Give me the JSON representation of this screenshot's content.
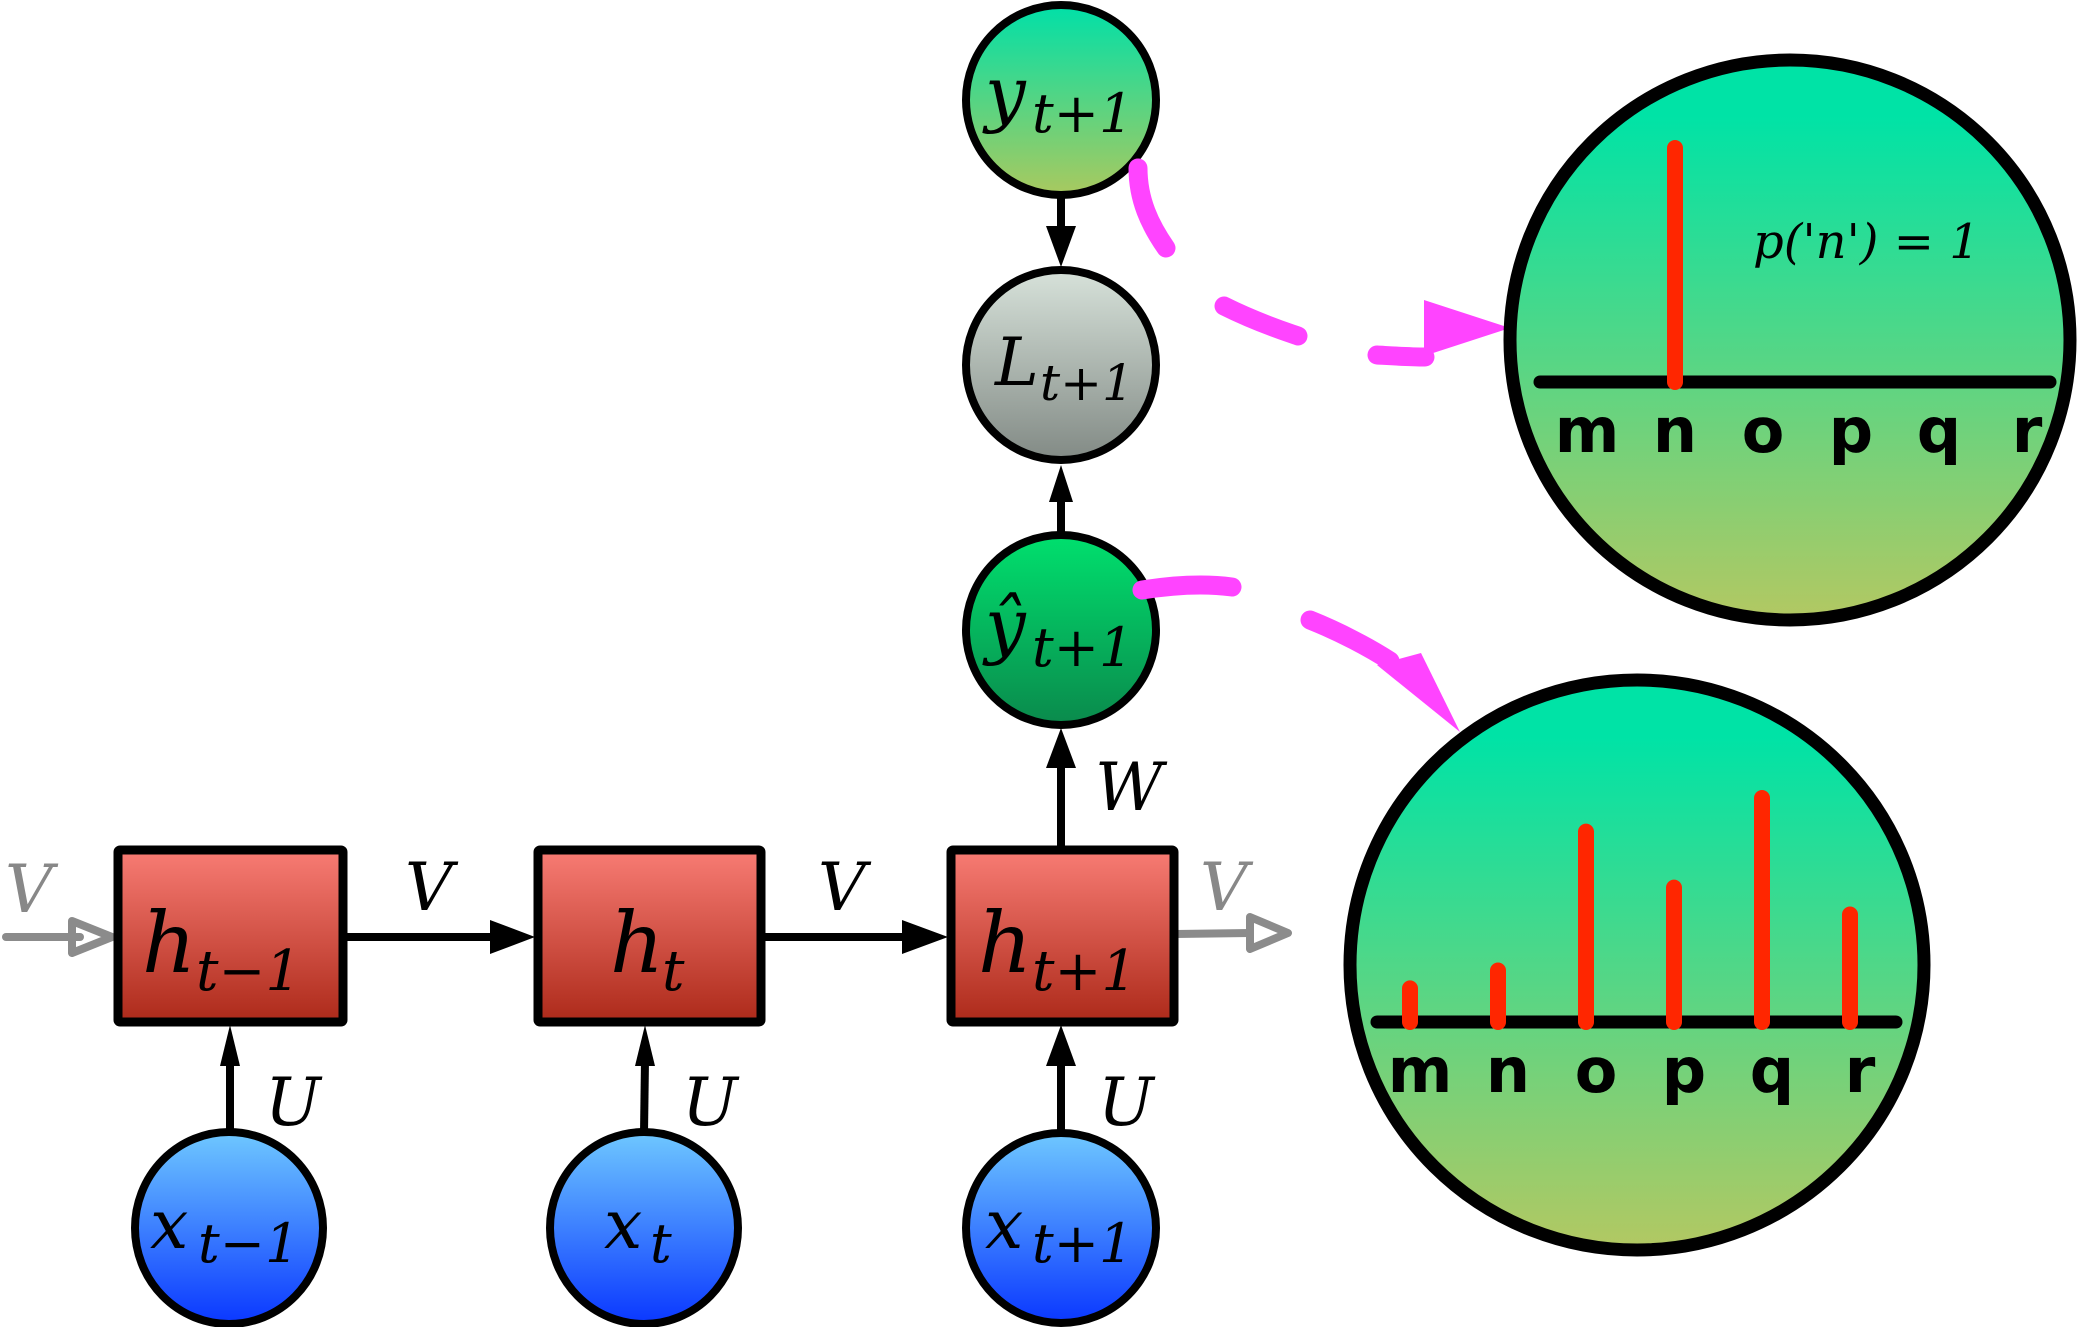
{
  "diagram": {
    "title": "Unrolled recurrent neural network with output distributions",
    "colors": {
      "hidden_top": "#f87c74",
      "hidden_bottom": "#ad2a1a",
      "input_top": "#6fc8ff",
      "input_bottom": "#0a37ff",
      "pred_top": "#00e06e",
      "pred_bottom": "#0a8a4c",
      "loss_top": "#d7e2da",
      "loss_bottom": "#828a85",
      "target_top": "#00e0a8",
      "target_bottom": "#a9c95f",
      "dist_top": "#00e3a6",
      "dist_bottom": "#b3c862",
      "bar": "#ff2600",
      "highlight_arrow": "#ff44ff",
      "faded_arrow": "#888888"
    },
    "hidden_nodes": [
      {
        "base": "h",
        "sub": "t−1"
      },
      {
        "base": "h",
        "sub": "t"
      },
      {
        "base": "h",
        "sub": "t+1"
      }
    ],
    "input_nodes": [
      {
        "base": "x",
        "sub": "t−1"
      },
      {
        "base": "x",
        "sub": "t"
      },
      {
        "base": "x",
        "sub": "t+1"
      }
    ],
    "prediction_node": {
      "base": "ŷ",
      "sub": "t+1"
    },
    "loss_node": {
      "base": "L",
      "sub": "t+1"
    },
    "target_node": {
      "base": "y",
      "sub": "t+1"
    },
    "edge_labels": {
      "recurrent": "V",
      "input": "U",
      "output": "W"
    }
  },
  "chart_data": [
    {
      "type": "bar",
      "title": "Target distribution",
      "annotation": "p('n') = 1",
      "categories": [
        "m",
        "n",
        "o",
        "p",
        "q",
        "r"
      ],
      "values": [
        0,
        1,
        0,
        0,
        0,
        0
      ],
      "ylim": [
        0,
        1
      ],
      "grid": false
    },
    {
      "type": "bar",
      "title": "Predicted distribution",
      "categories": [
        "m",
        "n",
        "o",
        "p",
        "q",
        "r"
      ],
      "values": [
        0.15,
        0.23,
        0.85,
        0.6,
        1.0,
        0.48
      ],
      "ylim": [
        0,
        1
      ],
      "grid": false
    }
  ]
}
